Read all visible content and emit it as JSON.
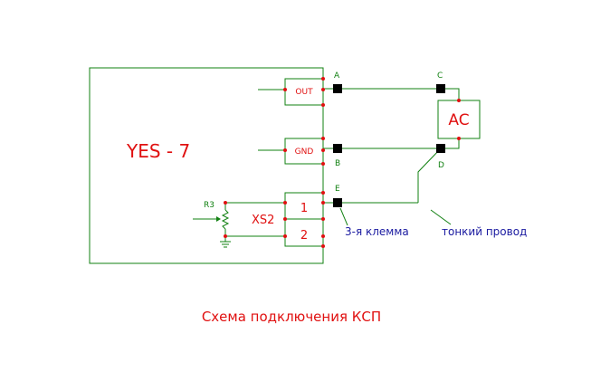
{
  "device": {
    "name": "YES - 7"
  },
  "pins": {
    "out": "OUT",
    "gnd": "GND",
    "pin1": "1",
    "pin2": "2"
  },
  "connector": {
    "name": "XS2"
  },
  "resistor": {
    "name": "R3"
  },
  "load": {
    "name": "AC"
  },
  "nodes": {
    "a": "A",
    "b": "B",
    "c": "C",
    "d": "D",
    "e": "E"
  },
  "notes": {
    "third_terminal": "3-я клемма",
    "thin_wire": "тонкий провод"
  },
  "caption": "Схема подключения КСП",
  "colors": {
    "wire": "#118011",
    "label": "#e01010",
    "note": "#1a1aa0",
    "terminal": "#000000"
  }
}
